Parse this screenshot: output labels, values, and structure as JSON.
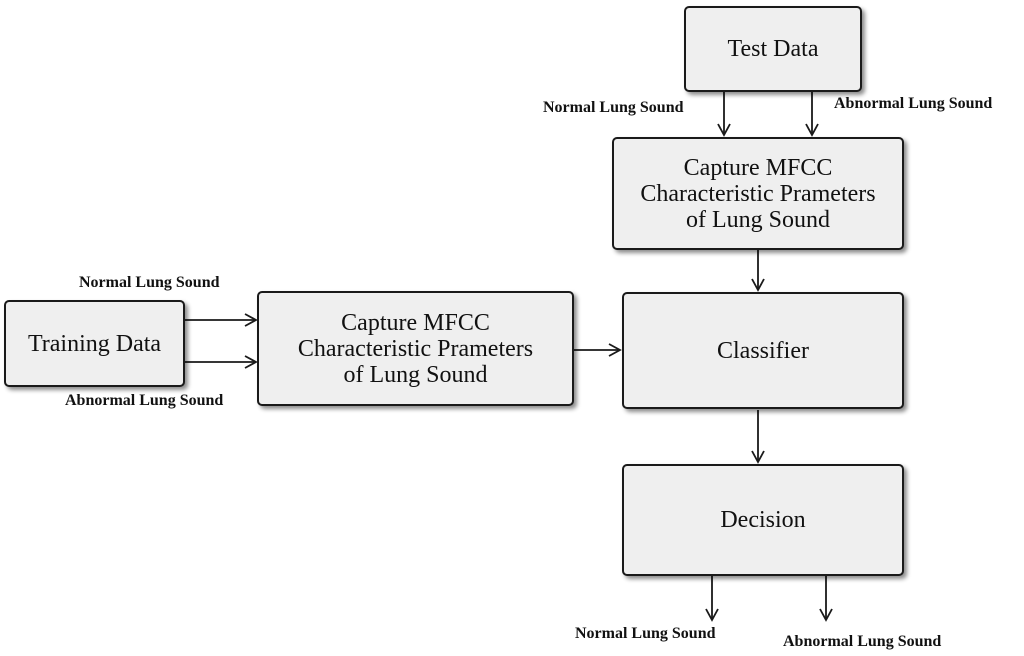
{
  "nodes": {
    "test_data": "Test Data",
    "capture_top": [
      "Capture MFCC",
      "Characteristic Prameters",
      "of Lung Sound"
    ],
    "training_data": "Training Data",
    "capture_left": [
      "Capture MFCC",
      "Characteristic Prameters",
      "of Lung Sound"
    ],
    "classifier": "Classifier",
    "decision": "Decision"
  },
  "edge_labels": {
    "test_normal": "Normal Lung Sound",
    "test_abnormal": "Abnormal Lung Sound",
    "train_normal": "Normal Lung Sound",
    "train_abnormal": "Abnormal Lung Sound",
    "out_normal": "Normal Lung Sound",
    "out_abnormal": "Abnormal Lung Sound"
  }
}
